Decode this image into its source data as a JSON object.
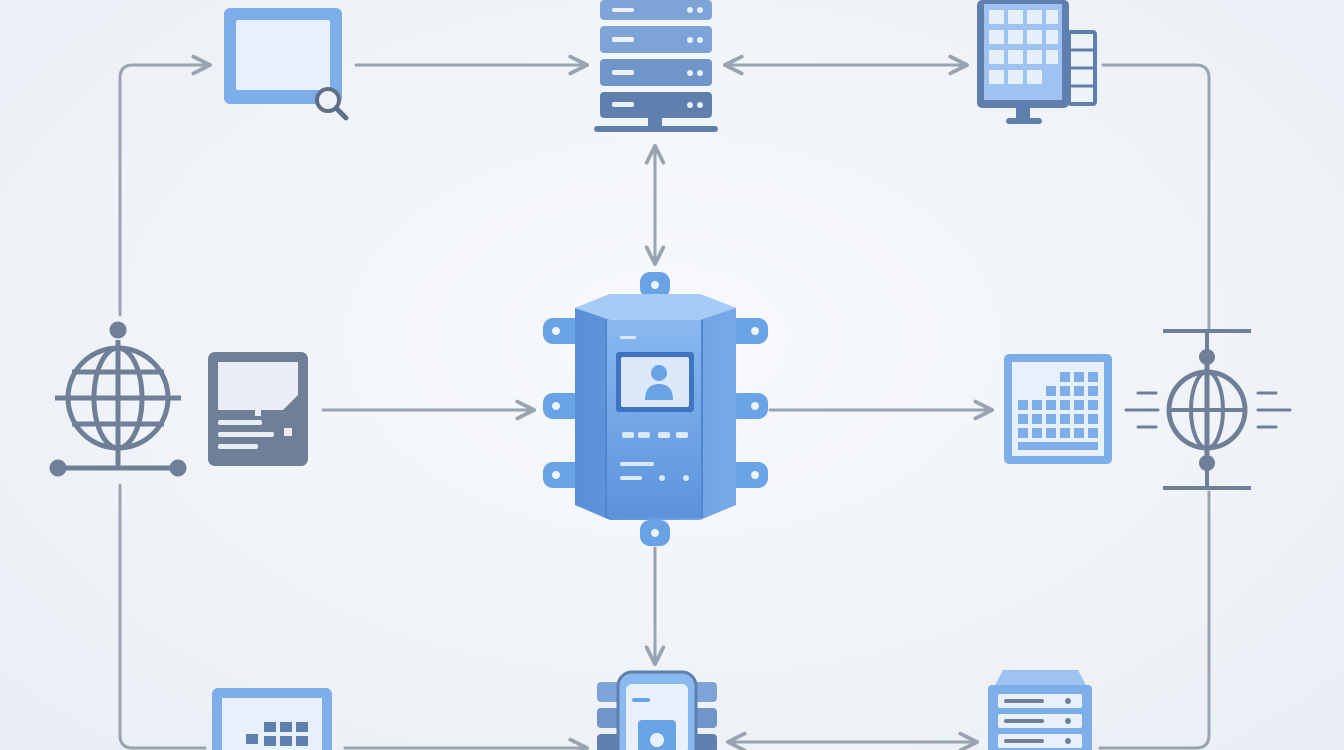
{
  "diagram": {
    "colors": {
      "connector": "#9aa3b0",
      "primary_blue": "#6aa2e6",
      "light_blue": "#9fc3f1",
      "dark_blue": "#5f7fae",
      "slate": "#6f7f97",
      "background": "#eef2f7"
    },
    "nodes": [
      {
        "name": "monitor-search-icon",
        "icon": "monitor-with-magnifier"
      },
      {
        "name": "server-rack-top-icon",
        "icon": "server-rack"
      },
      {
        "name": "dashboard-terminal-icon",
        "icon": "grid-monitor"
      },
      {
        "name": "globe-left-icon",
        "icon": "globe-network-node"
      },
      {
        "name": "device-panel-icon",
        "icon": "device-panel"
      },
      {
        "name": "central-hub-icon",
        "icon": "central-server-with-user"
      },
      {
        "name": "spreadsheet-icon",
        "icon": "table-grid"
      },
      {
        "name": "globe-right-icon",
        "icon": "globe-signal-node"
      },
      {
        "name": "keyboard-panel-icon",
        "icon": "panel-grid"
      },
      {
        "name": "mobile-server-icon",
        "icon": "device-on-rack"
      },
      {
        "name": "storage-unit-icon",
        "icon": "storage-drive"
      }
    ],
    "connections": [
      {
        "from": "globe-left-icon",
        "to": "monitor-search-icon",
        "direction": "forward"
      },
      {
        "from": "monitor-search-icon",
        "to": "server-rack-top-icon",
        "direction": "forward"
      },
      {
        "from": "server-rack-top-icon",
        "to": "dashboard-terminal-icon",
        "direction": "both"
      },
      {
        "from": "dashboard-terminal-icon",
        "to": "globe-right-icon",
        "direction": "none"
      },
      {
        "from": "server-rack-top-icon",
        "to": "central-hub-icon",
        "direction": "both"
      },
      {
        "from": "device-panel-icon",
        "to": "central-hub-icon",
        "direction": "forward"
      },
      {
        "from": "central-hub-icon",
        "to": "spreadsheet-icon",
        "direction": "forward"
      },
      {
        "from": "central-hub-icon",
        "to": "mobile-server-icon",
        "direction": "forward"
      },
      {
        "from": "globe-left-icon",
        "to": "keyboard-panel-icon",
        "direction": "none"
      },
      {
        "from": "keyboard-panel-icon",
        "to": "mobile-server-icon",
        "direction": "forward"
      },
      {
        "from": "mobile-server-icon",
        "to": "storage-unit-icon",
        "direction": "both"
      },
      {
        "from": "globe-right-icon",
        "to": "storage-unit-icon",
        "direction": "none"
      }
    ]
  }
}
